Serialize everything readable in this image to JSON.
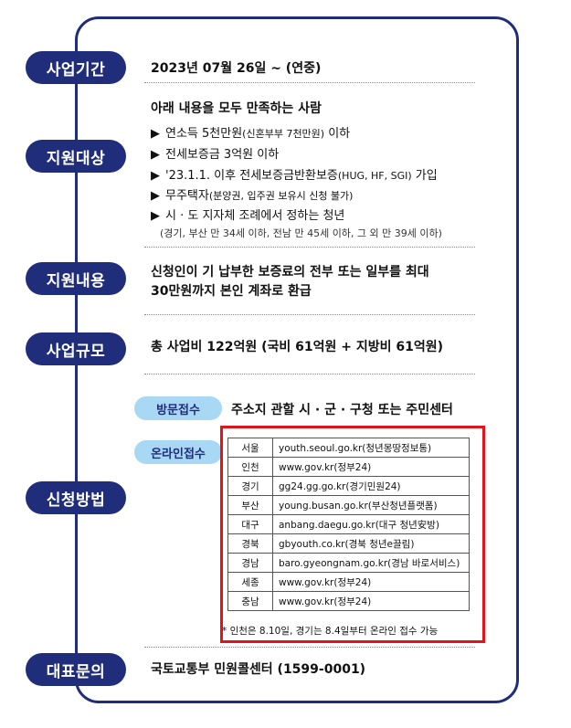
{
  "sections": {
    "period": {
      "label": "사업기간",
      "text": "2023년 07월 26일 ~ (연중)"
    },
    "target": {
      "label": "지원대상",
      "heading": "아래 내용을 모두 만족하는 사람",
      "bullet_marker": "▶",
      "items": [
        {
          "main": "연소득 5천만원",
          "sub": "(신혼부부 7천만원)",
          "tail": " 이하"
        },
        {
          "main": "전세보증금 3억원 이하",
          "sub": "",
          "tail": ""
        },
        {
          "main": "'23.1.1. 이후 전세보증금반환보증",
          "sub": "(HUG, HF, SGI)",
          "tail": " 가입"
        },
        {
          "main": "무주택자",
          "sub": "(분양권, 입주권 보유시 신청 불가)",
          "tail": ""
        },
        {
          "main": "시 · 도 지자체 조례에서 정하는 청년",
          "sub": "",
          "tail": ""
        }
      ],
      "note": "(경기, 부산 만 34세 이하, 전남 만 45세 이하, 그 외 만 39세 이하)"
    },
    "content": {
      "label": "지원내용",
      "line1": "신청인이 기 납부한 보증료의 전부 또는 일부를 최대",
      "line2": "30만원까지 본인 계좌로 환급"
    },
    "scale": {
      "label": "사업규모",
      "text": "총 사업비 122억원 (국비 61억원 + 지방비 61억원)"
    },
    "method": {
      "label": "신청방법",
      "visit_label": "방문접수",
      "visit_text": "주소지 관할 시 · 군 · 구청 또는 주민센터",
      "online_label": "온라인접수",
      "sites": [
        {
          "region": "서울",
          "url": "youth.seoul.go.kr(청년몽땅정보통)"
        },
        {
          "region": "인천",
          "url": "www.gov.kr(정부24)"
        },
        {
          "region": "경기",
          "url": "gg24.gg.go.kr(경기민원24)"
        },
        {
          "region": "부산",
          "url": "young.busan.go.kr(부산청년플랫폼)"
        },
        {
          "region": "대구",
          "url": "anbang.daegu.go.kr(대구 청년安방)"
        },
        {
          "region": "경북",
          "url": "gbyouth.co.kr(경북 청년e끌림)"
        },
        {
          "region": "경남",
          "url": "baro.gyeongnam.go.kr(경남 바로서비스)"
        },
        {
          "region": "세종",
          "url": "www.gov.kr(정부24)"
        },
        {
          "region": "충남",
          "url": "www.gov.kr(정부24)"
        }
      ],
      "note": "* 인천은 8.10일, 경기는 8.4일부터 온라인 접수 가능"
    },
    "contact": {
      "label": "대표문의",
      "text": "국토교통부 민원콜센터 (1599-0001)"
    }
  },
  "colors": {
    "navy": "#1f2d7a",
    "light_blue": "#a9d8f5",
    "red": "#e1131b"
  }
}
